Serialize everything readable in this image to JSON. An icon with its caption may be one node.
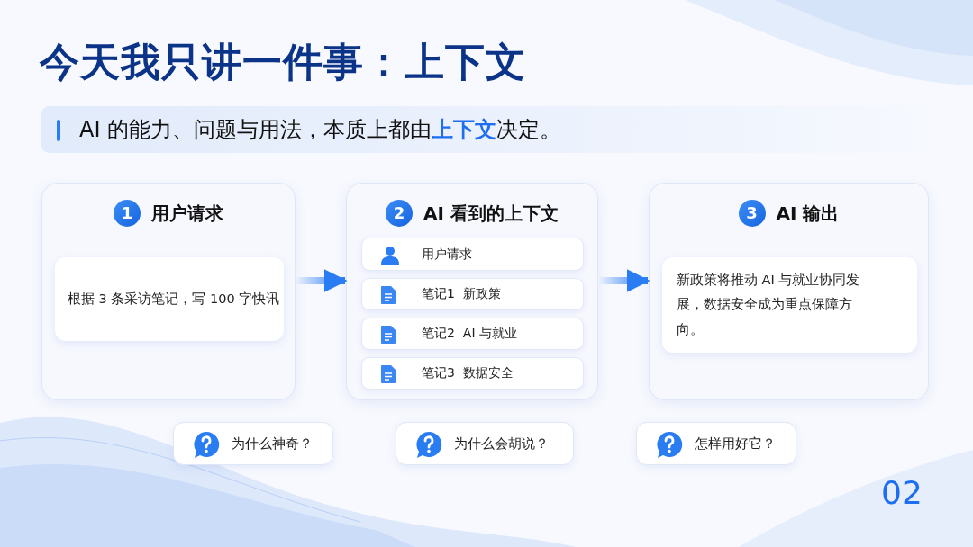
{
  "diagram": {
    "title": "今天我只讲一件事：上下文",
    "nodes": [
      {
        "text": [
          "1",
          "用户请求"
        ]
      },
      {
        "text": [
          "根据 3 条采访笔记，写 100 字快讯"
        ],
        "in": 0
      },
      {
        "text": [
          "2",
          "AI 看到的上下文"
        ]
      },
      {
        "text": [
          "用户请求"
        ],
        "in": 2
      },
      {
        "text": [
          "笔记1  新政策"
        ],
        "in": 2
      },
      {
        "text": [
          "笔记2  AI 与就业"
        ],
        "in": 2
      },
      {
        "text": [
          "笔记3  数据安全"
        ],
        "in": 2
      },
      {
        "text": [
          "3",
          "AI 输出"
        ]
      },
      {
        "text": [
          "新政策将推动 AI 与就业协同发展，数据安全成为重点保障方向。"
        ],
        "in": 7
      },
      {
        "text": [
          "为什么神奇？"
        ]
      },
      {
        "text": [
          "为什么会胡说？"
        ]
      },
      {
        "text": [
          "怎样用好它？"
        ]
      }
    ],
    "edges": [
      {
        "from": 0,
        "to": 2,
        "arrow": "to"
      },
      {
        "from": 2,
        "to": 7,
        "arrow": "to"
      }
    ],
    "labels": [
      "AI 的能力、问题与用法，本质上都由**上下文**决定。",
      "02"
    ]
  }
}
